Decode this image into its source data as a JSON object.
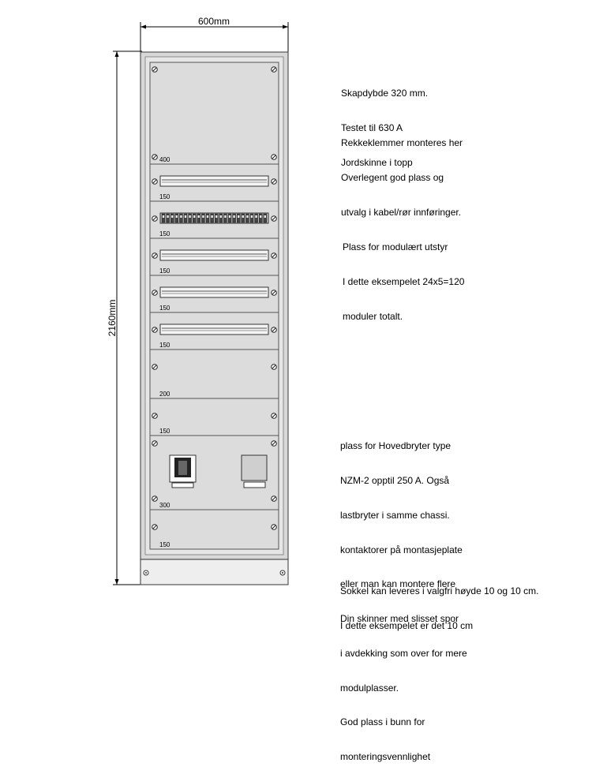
{
  "dimensions": {
    "width_label": "600mm",
    "height_label": "2160mm"
  },
  "sections": [
    {
      "label": "400",
      "kind": "blank"
    },
    {
      "label": "150",
      "kind": "rail"
    },
    {
      "label": "150",
      "kind": "terminals"
    },
    {
      "label": "150",
      "kind": "rail"
    },
    {
      "label": "150",
      "kind": "rail"
    },
    {
      "label": "150",
      "kind": "rail"
    },
    {
      "label": "200",
      "kind": "blank"
    },
    {
      "label": "150",
      "kind": "blank"
    },
    {
      "label": "300",
      "kind": "breaker"
    },
    {
      "label": "150",
      "kind": "blank"
    }
  ],
  "notes": {
    "cabinet_info": [
      "Skapdybde 320 mm.",
      "Testet til 630 A",
      "Jordskinne i topp"
    ],
    "terminals_info": [
      "Rekkeklemmer monteres her",
      "Overlegent god plass og",
      "utvalg i kabel/rør innføringer."
    ],
    "modular_info": [
      "Plass for modulært utstyr",
      "I dette eksempelet 24x5=120",
      "moduler totalt."
    ],
    "breaker_info": [
      "plass for Hovedbryter type",
      "NZM-2 opptil 250 A. Også",
      "lastbryter i samme chassi.",
      "kontaktorer på montasjeplate",
      "eller man kan montere flere",
      "Din skinner med slisset spor",
      "i avdekking som over for mere",
      "modulplasser.",
      "God plass i bunn for",
      "monteringsvennlighet"
    ],
    "plinth_info": [
      "Sokkel kan leveres i valgfri høyde 10 og 10 cm.",
      "I dette eksempelet er det 10 cm"
    ]
  },
  "colors": {
    "cabinet_frame": "#d8d8d8",
    "panel_fill": "#dcdcdc",
    "outline": "#555555",
    "rail_fill": "#f4f4f4"
  }
}
